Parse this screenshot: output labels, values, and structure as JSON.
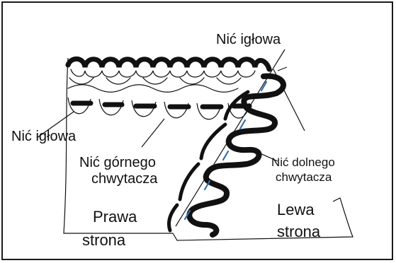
{
  "labels": {
    "needle_thread_top": "Nić igłowa",
    "needle_thread_left": "Nić igłowa",
    "upper_looper_line1": "Nić górnego",
    "upper_looper_line2": "chwytacza",
    "lower_looper_line1": "Nić dolnego",
    "lower_looper_line2": "chwytacza",
    "right_side_line1": "Prawa",
    "right_side_line2": "strona",
    "wrong_side_line1": "Lewa",
    "wrong_side_line2": "strona"
  },
  "colors": {
    "ink": "#111111",
    "thread_highlight": "#2f6fb0"
  }
}
